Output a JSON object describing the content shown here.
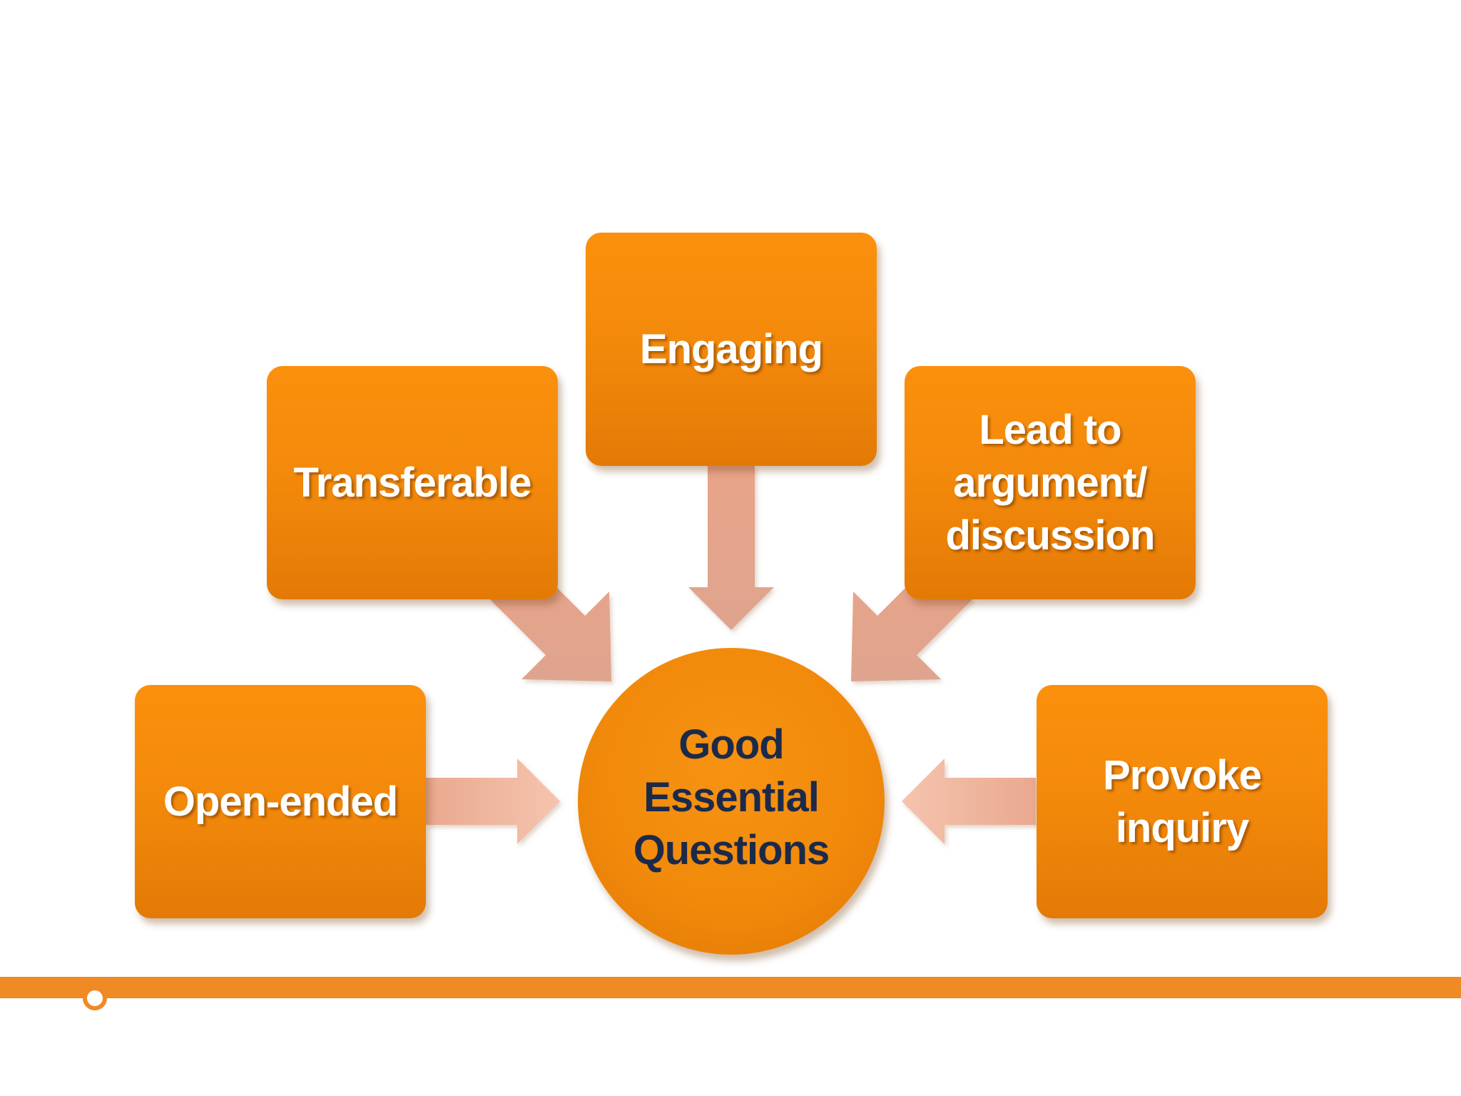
{
  "diagram": {
    "center": {
      "label": "Good\nEssential\nQuestions"
    },
    "nodes": [
      {
        "id": "open-ended",
        "label": "Open-ended"
      },
      {
        "id": "transferable",
        "label": "Transferable"
      },
      {
        "id": "engaging",
        "label": "Engaging"
      },
      {
        "id": "lead",
        "label": "Lead to\nargument/\ndiscussion"
      },
      {
        "id": "provoke",
        "label": "Provoke\ninquiry"
      }
    ]
  },
  "colors": {
    "box_orange": "#f48a0b",
    "arrow_peach": "#e8a78c",
    "center_text": "#1c2a4a",
    "footer_bar": "#f08a24"
  }
}
